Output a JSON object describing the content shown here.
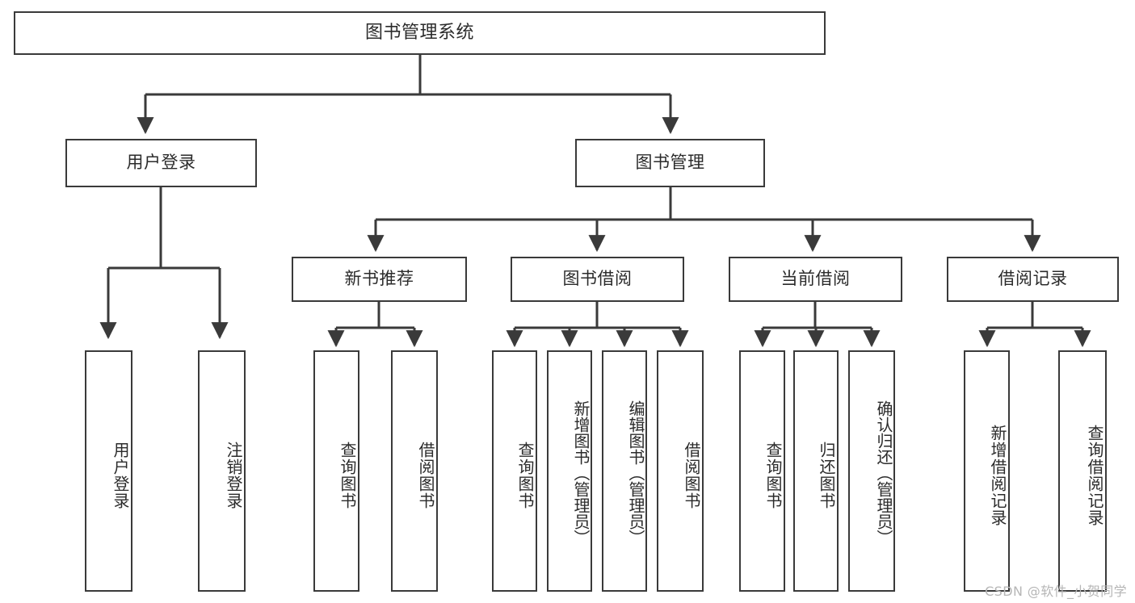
{
  "title": "图书管理系统",
  "watermark": "CSDN @软件_小贺同学",
  "diagram": {
    "type": "tree",
    "orientation": "top-down",
    "root": {
      "label": "图书管理系统"
    },
    "level1": [
      {
        "label": "用户登录"
      },
      {
        "label": "图书管理"
      }
    ],
    "level2": [
      {
        "label": "新书推荐"
      },
      {
        "label": "图书借阅"
      },
      {
        "label": "当前借阅"
      },
      {
        "label": "借阅记录"
      }
    ],
    "leaves": {
      "user_login": [
        {
          "label": "用户登录"
        },
        {
          "label": "注销登录"
        }
      ],
      "new_book_recommend": [
        {
          "label": "查询图书"
        },
        {
          "label": "借阅图书"
        }
      ],
      "book_borrow": [
        {
          "label": "查询图书"
        },
        {
          "label": "新增图书（管理员）"
        },
        {
          "label": "编辑图书（管理员）"
        },
        {
          "label": "借阅图书"
        }
      ],
      "current_borrow": [
        {
          "label": "查询图书"
        },
        {
          "label": "归还图书"
        },
        {
          "label": "确认归还（管理员）"
        }
      ],
      "borrow_record": [
        {
          "label": "新增借阅记录"
        },
        {
          "label": "查询借阅记录"
        }
      ]
    }
  },
  "colors": {
    "stroke": "#3a3a3a",
    "text": "#2b2b2b",
    "background": "#ffffff",
    "watermark": "#b6b6b6"
  }
}
